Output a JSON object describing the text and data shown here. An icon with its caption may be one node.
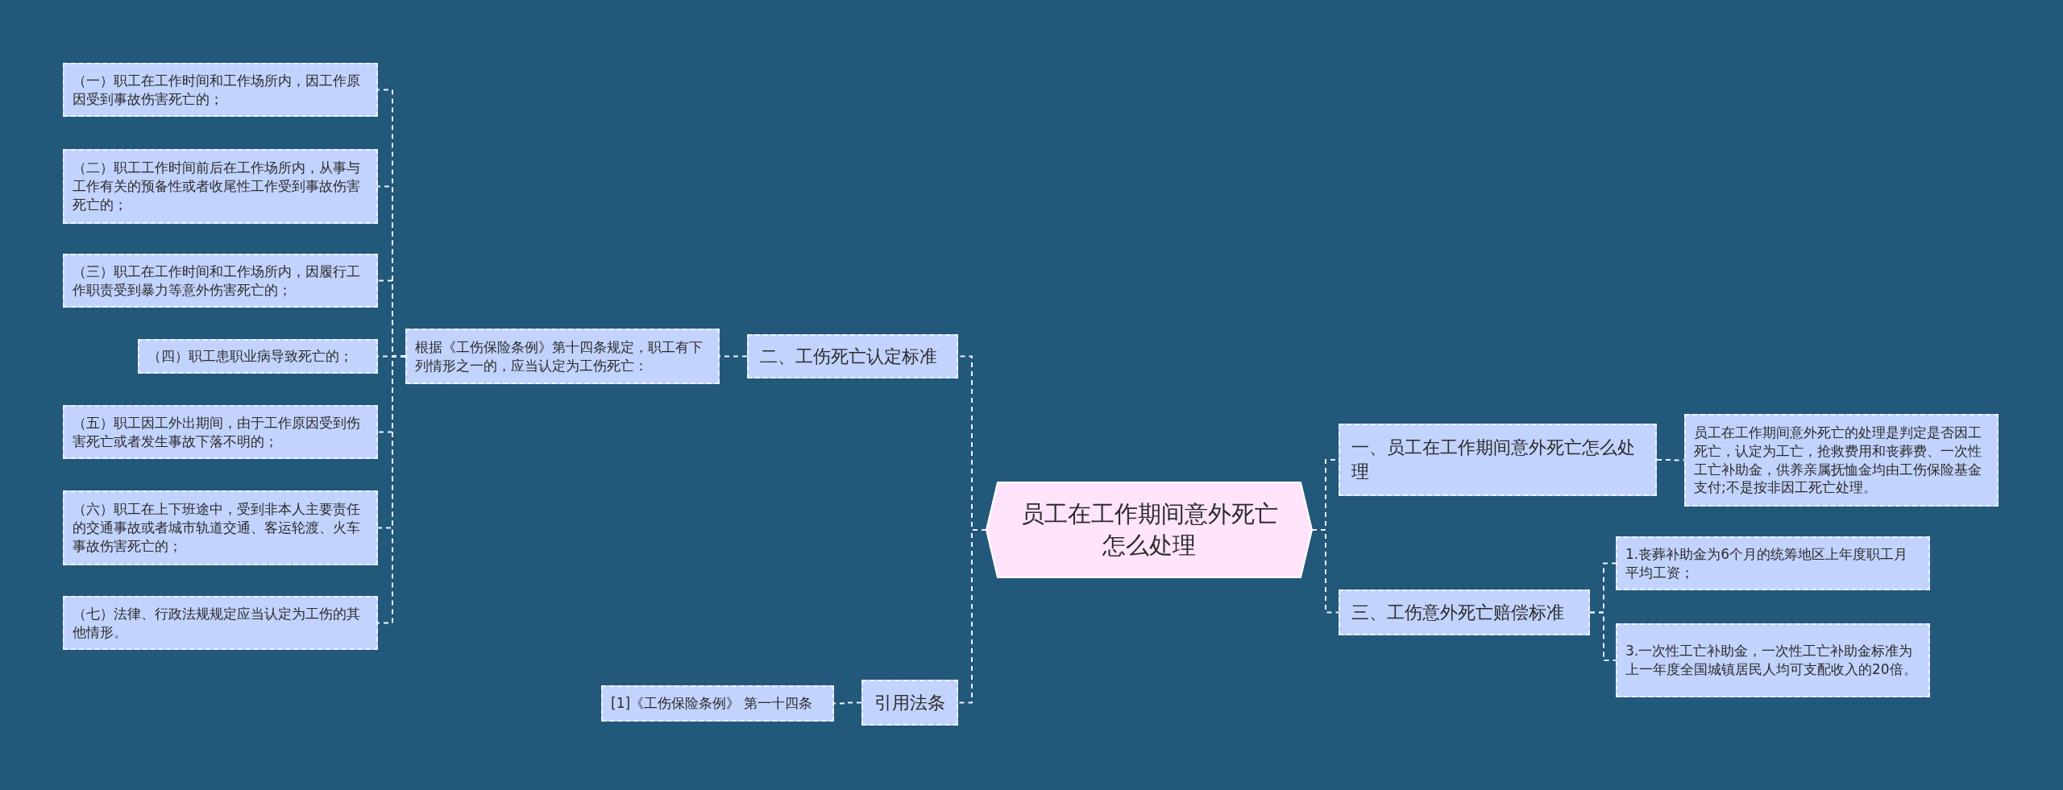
{
  "diagram": {
    "nodes": [
      {
        "text": [
          "员工在工作期间意外死亡怎么处理"
        ]
      },
      {
        "text": [
          "二、工伤死亡认定标准"
        ]
      },
      {
        "text": [
          "根据《工伤保险条例》第十四条规定，职工有下列情形之一的，应当认定为工伤死亡："
        ]
      },
      {
        "text": [
          "（一）职工在工作时间和工作场所内，因工作原因受到事故伤害死亡的；"
        ]
      },
      {
        "text": [
          "（二）职工工作时间前后在工作场所内，从事与工作有关的预备性或者收尾性工作受到事故伤害死亡的；"
        ]
      },
      {
        "text": [
          "（三）职工在工作时间和工作场所内，因履行工作职责受到暴力等意外伤害死亡的；"
        ]
      },
      {
        "text": [
          "（四）职工患职业病导致死亡的；"
        ]
      },
      {
        "text": [
          "（五）职工因工外出期间，由于工作原因受到伤害死亡或者发生事故下落不明的；"
        ]
      },
      {
        "text": [
          "（六）职工在上下班途中，受到非本人主要责任的交通事故或者城市轨道交通、客运轮渡、火车事故伤害死亡的；"
        ]
      },
      {
        "text": [
          "（七）法律、行政法规规定应当认定为工伤的其他情形。"
        ]
      },
      {
        "text": [
          "引用法条"
        ]
      },
      {
        "text": [
          "[1]《工伤保险条例》 第一十四条"
        ]
      },
      {
        "text": [
          "一、员工在工作期间意外死亡怎么处理"
        ]
      },
      {
        "text": [
          "员工在工作期间意外死亡的处理是判定是否因工死亡，认定为工亡，抢救费用和丧葬费、一次性工亡补助金，供养亲属抚恤金均由工伤保险基金支付;不是按非因工死亡处理。"
        ]
      },
      {
        "text": [
          "三、工伤意外死亡赔偿标准"
        ]
      },
      {
        "text": [
          "1.丧葬补助金为6个月的统筹地区上年度职工月平均工资；"
        ]
      },
      {
        "text": [
          "3.一次性工亡补助金，一次性工亡补助金标准为上一年度全国城镇居民人均可支配收入的20倍。"
        ]
      }
    ],
    "edges": [
      {
        "from": 0,
        "to": 1,
        "arrow": "none",
        "style": "dashed"
      },
      {
        "from": 0,
        "to": 10,
        "arrow": "none",
        "style": "dashed"
      },
      {
        "from": 0,
        "to": 12,
        "arrow": "none",
        "style": "dashed"
      },
      {
        "from": 0,
        "to": 14,
        "arrow": "none",
        "style": "dashed"
      },
      {
        "from": 1,
        "to": 2,
        "arrow": "none",
        "style": "dashed"
      },
      {
        "from": 2,
        "to": 3,
        "arrow": "none",
        "style": "dashed"
      },
      {
        "from": 2,
        "to": 4,
        "arrow": "none",
        "style": "dashed"
      },
      {
        "from": 2,
        "to": 5,
        "arrow": "none",
        "style": "dashed"
      },
      {
        "from": 2,
        "to": 6,
        "arrow": "none",
        "style": "dashed"
      },
      {
        "from": 2,
        "to": 7,
        "arrow": "none",
        "style": "dashed"
      },
      {
        "from": 2,
        "to": 8,
        "arrow": "none",
        "style": "dashed"
      },
      {
        "from": 2,
        "to": 9,
        "arrow": "none",
        "style": "dashed"
      },
      {
        "from": 10,
        "to": 11,
        "arrow": "none",
        "style": "dashed"
      },
      {
        "from": 12,
        "to": 13,
        "arrow": "none",
        "style": "dashed"
      },
      {
        "from": 14,
        "to": 15,
        "arrow": "none",
        "style": "dashed"
      },
      {
        "from": 14,
        "to": 16,
        "arrow": "none",
        "style": "dashed"
      }
    ]
  }
}
